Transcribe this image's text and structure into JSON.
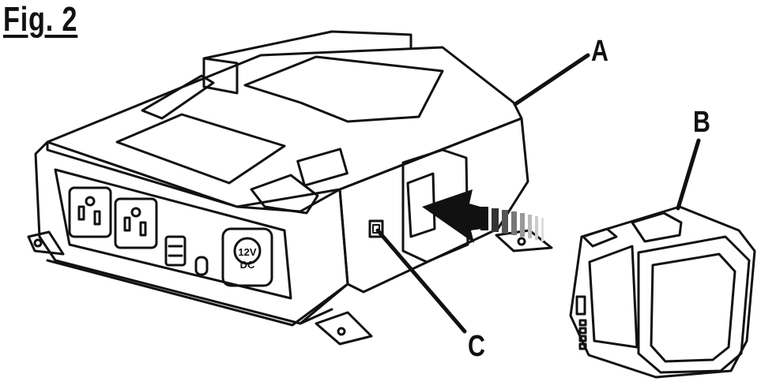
{
  "figure": {
    "title": "Fig. 2"
  },
  "callouts": {
    "a": "A",
    "b": "B",
    "c": "C"
  },
  "device": {
    "outlet_label": "12V\nDC",
    "outlet_line1": "12V",
    "outlet_line2": "DC"
  },
  "colors": {
    "line": "#111111",
    "background": "#ffffff",
    "arrow": "#111111"
  }
}
